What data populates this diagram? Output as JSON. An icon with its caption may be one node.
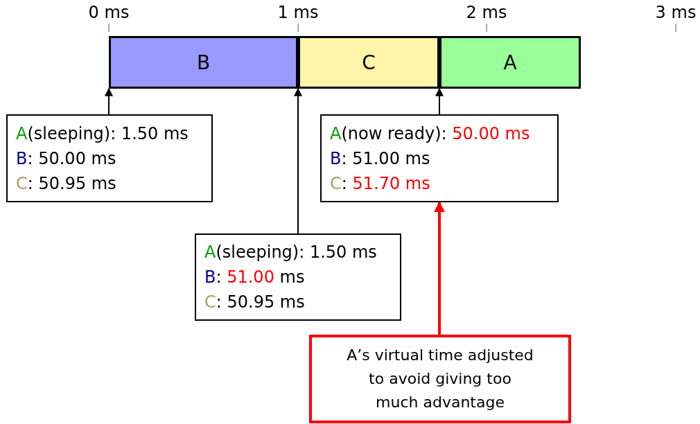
{
  "diagram": {
    "nodes": [
      {
        "text": [
          "B"
        ]
      },
      {
        "text": [
          "C"
        ]
      },
      {
        "text": [
          "A"
        ]
      },
      {
        "text": [
          "A(sleeping): 1.50 ms",
          "B: 50.00 ms",
          "C: 50.95 ms"
        ]
      },
      {
        "text": [
          "A(now ready): 50.00 ms",
          "B: 51.00 ms",
          "C: 51.70 ms"
        ]
      },
      {
        "text": [
          "A(sleeping): 1.50 ms",
          "B: 51.00 ms",
          "C: 50.95 ms"
        ]
      },
      {
        "text": [
          "A’s virtual time adjusted to avoid giving too much advantage"
        ]
      }
    ],
    "edges": [
      {
        "from": 3,
        "to": 0,
        "arrow": "to"
      },
      {
        "from": 5,
        "to": 1,
        "arrow": "to"
      },
      {
        "from": 4,
        "to": 2,
        "arrow": "to"
      },
      {
        "from": 6,
        "to": 4,
        "arrow": "to",
        "style": "thick",
        "color": "#ff0000"
      }
    ],
    "labels": [
      "0 ms",
      "1 ms",
      "2 ms",
      "3 ms"
    ]
  }
}
